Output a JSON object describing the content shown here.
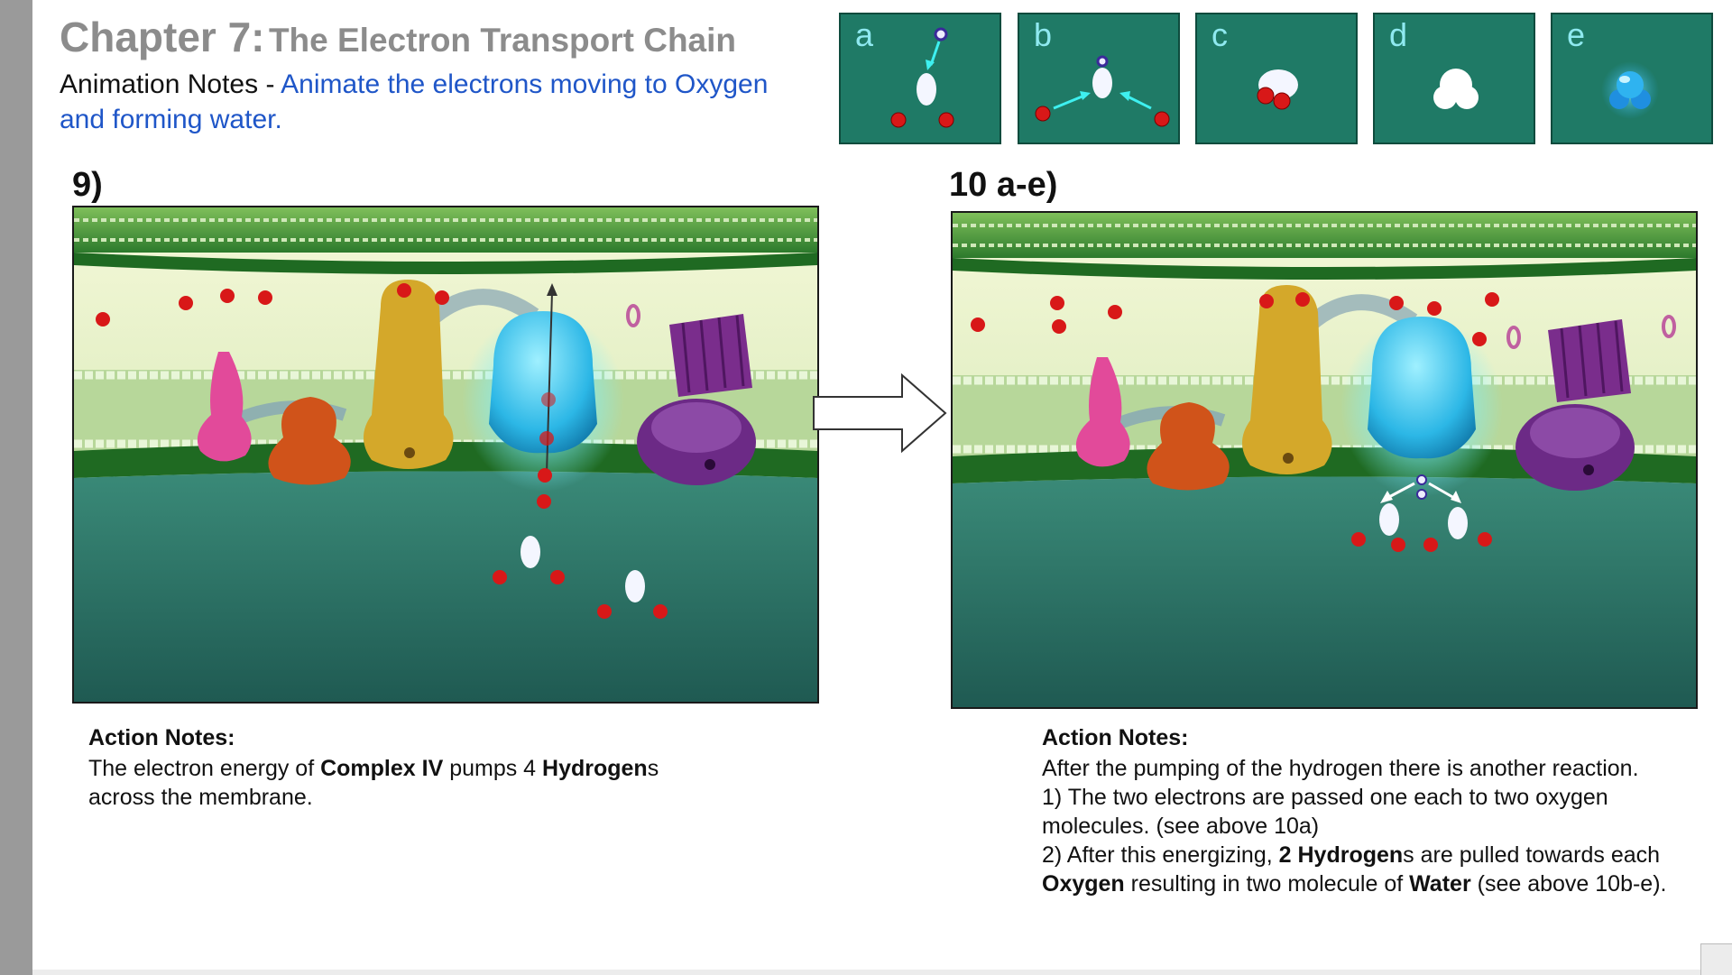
{
  "header": {
    "chapter": "Chapter 7:",
    "subtitle": "The Electron Transport Chain",
    "animation_label": "Animation Notes - ",
    "animation_text": "Animate the electrons moving to Oxygen and forming water."
  },
  "thumbnails": [
    {
      "label": "a"
    },
    {
      "label": "b"
    },
    {
      "label": "c"
    },
    {
      "label": "d"
    },
    {
      "label": "e"
    }
  ],
  "panels": [
    {
      "label": "9)",
      "notes_title": "Action Notes:",
      "notes_parts": [
        {
          "t": "The electron energy of ",
          "b": false
        },
        {
          "t": "Complex IV",
          "b": true
        },
        {
          "t": " pumps 4 ",
          "b": false
        },
        {
          "t": "Hydrogen",
          "b": true
        },
        {
          "t": "s across the membrane.",
          "b": false
        }
      ]
    },
    {
      "label": "10 a-e)",
      "notes_title": "Action Notes:",
      "notes_line1": "After the pumping of the hydrogen there is another reaction.",
      "notes_line2": "1) The two electrons are passed one each to two oxygen molecules.  (see above 10a)",
      "notes_line3_parts": [
        {
          "t": "2) After this energizing,  ",
          "b": false
        },
        {
          "t": "2 Hydrogen",
          "b": true
        },
        {
          "t": "s are pulled towards each ",
          "b": false
        },
        {
          "t": "Oxygen",
          "b": true
        },
        {
          "t": " resulting in two molecule of ",
          "b": false
        },
        {
          "t": "Water",
          "b": true
        },
        {
          "t": " (see above 10b-e).",
          "b": false
        }
      ]
    }
  ],
  "colors": {
    "thumb_bg": "#1f7a66",
    "hydrogen": "#d81818",
    "complex_I": "#e24a9a",
    "complex_II": "#d0531a",
    "complex_III": "#d4a82a",
    "complex_IV": "#3ec8ee",
    "atp_synthase": "#6c2a86",
    "thumb_label": "#8fe9f0",
    "link_blue": "#1f56c8"
  }
}
